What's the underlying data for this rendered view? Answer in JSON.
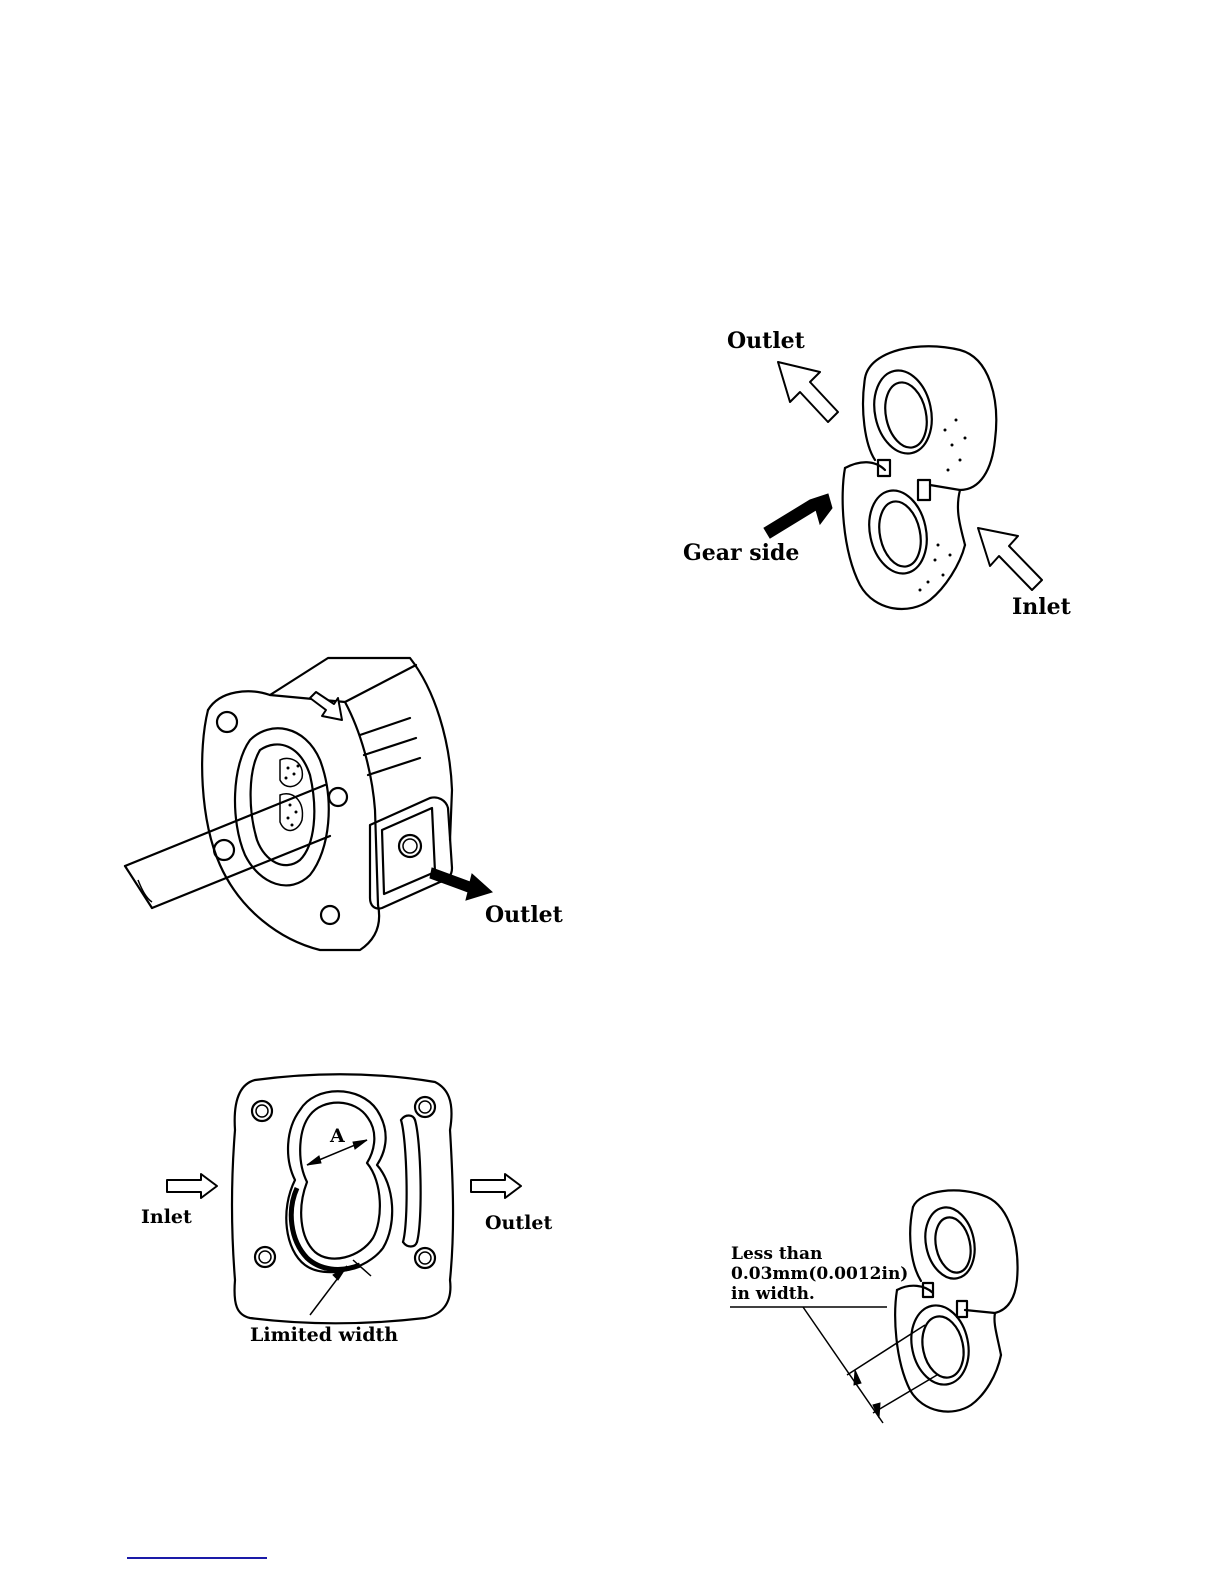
{
  "figures": {
    "plate_outlet_inlet": {
      "outlet_label": "Outlet",
      "gear_side_label": "Gear side",
      "inlet_label": "Inlet"
    },
    "housing_outlet": {
      "outlet_label": "Outlet"
    },
    "housing_face": {
      "dimension_label": "A",
      "inlet_label": "Inlet",
      "outlet_label": "Outlet",
      "limited_width_label": "Limited width"
    },
    "plate_wear": {
      "note_line1": "Less than",
      "note_line2": "0.03mm(0.0012in)",
      "note_line3": "in width."
    }
  },
  "colors": {
    "ink": "#000000",
    "footer_rule": "#1a1aa8"
  }
}
